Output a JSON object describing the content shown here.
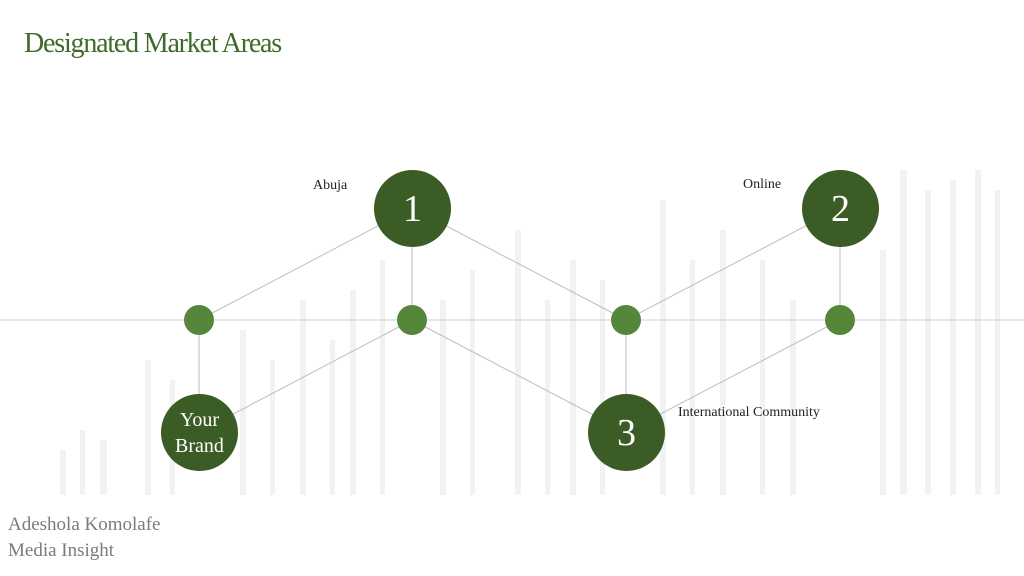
{
  "title": "Designated Market Areas",
  "nodes": {
    "brand_label": "Your\nBrand",
    "node1_number": "1",
    "node2_number": "2",
    "node3_number": "3"
  },
  "labels": {
    "abuja": "Abuja",
    "online": "Online",
    "international": "International Community"
  },
  "footer": {
    "line1": "Adeshola Komolafe",
    "line2": "Media Insight"
  },
  "colors": {
    "title": "#3f6a2a",
    "big_node": "#3b5c24",
    "small_node": "#55863a",
    "connector": "#c4c4c4",
    "footer": "#7b7b7b"
  }
}
